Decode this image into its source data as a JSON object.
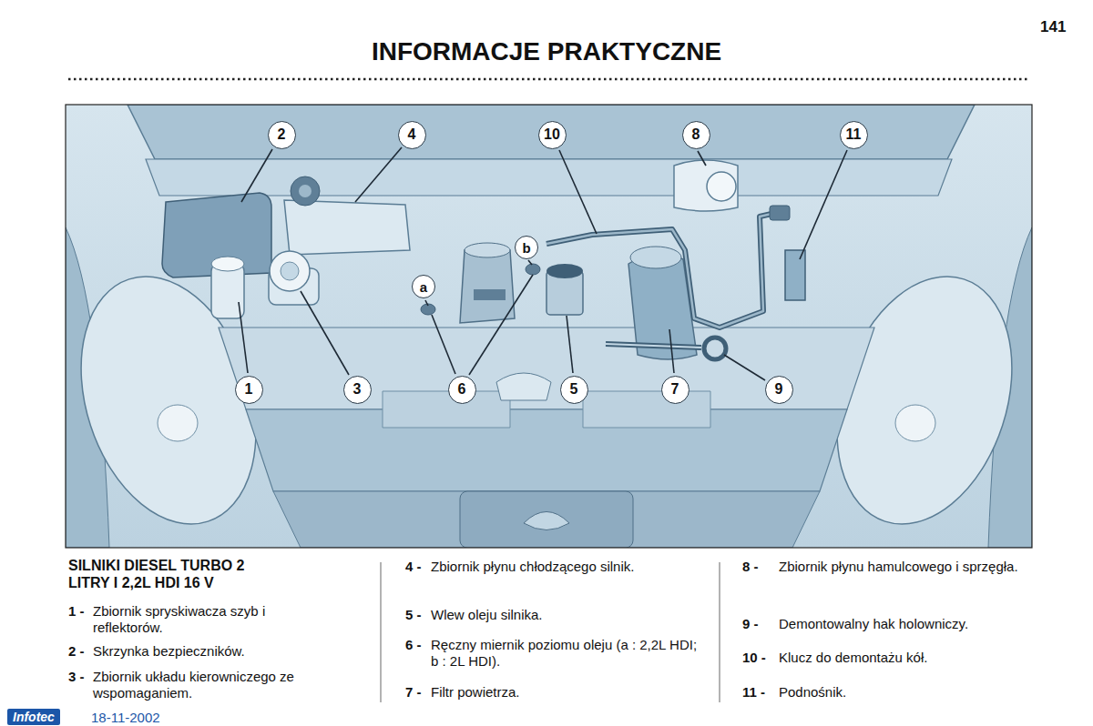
{
  "diagram": {
    "title": "INFORMACJE PRAKTYCZNE",
    "nodes": [
      {
        "text": [
          "2"
        ]
      },
      {
        "text": [
          "4"
        ]
      },
      {
        "text": [
          "10"
        ]
      },
      {
        "text": [
          "8"
        ]
      },
      {
        "text": [
          "11"
        ]
      },
      {
        "text": [
          "b"
        ]
      },
      {
        "text": [
          "a"
        ]
      },
      {
        "text": [
          "1"
        ]
      },
      {
        "text": [
          "3"
        ]
      },
      {
        "text": [
          "6"
        ]
      },
      {
        "text": [
          "5"
        ]
      },
      {
        "text": [
          "7"
        ]
      },
      {
        "text": [
          "9"
        ]
      },
      {
        "text": [
          "Infotec"
        ]
      }
    ],
    "labels": [
      "141",
      "SILNIKI DIESEL TURBO 2 LITRY I 2,2L HDI 16 V",
      "1 -",
      "Zbiornik spryskiwacza szyb i reflektorów.",
      "2 -",
      "Skrzynka bezpieczników.",
      "3 -",
      "Zbiornik układu kierowniczego ze wspomaganiem.",
      "4 -",
      "Zbiornik płynu chłodzącego silnik.",
      "5 -",
      "Wlew oleju silnika.",
      "6 -",
      "Ręczny miernik poziomu oleju (a : 2,2L HDI; b : 2L HDI).",
      "7 -",
      "Filtr powietrza.",
      "8 -",
      "Zbiornik płynu hamulcowego i sprzęgła.",
      "9 -",
      "Demontowalny hak holowniczy.",
      "10 -",
      "Klucz do demontażu kół.",
      "11 -",
      "Podnośnik.",
      "18-11-2002"
    ]
  }
}
